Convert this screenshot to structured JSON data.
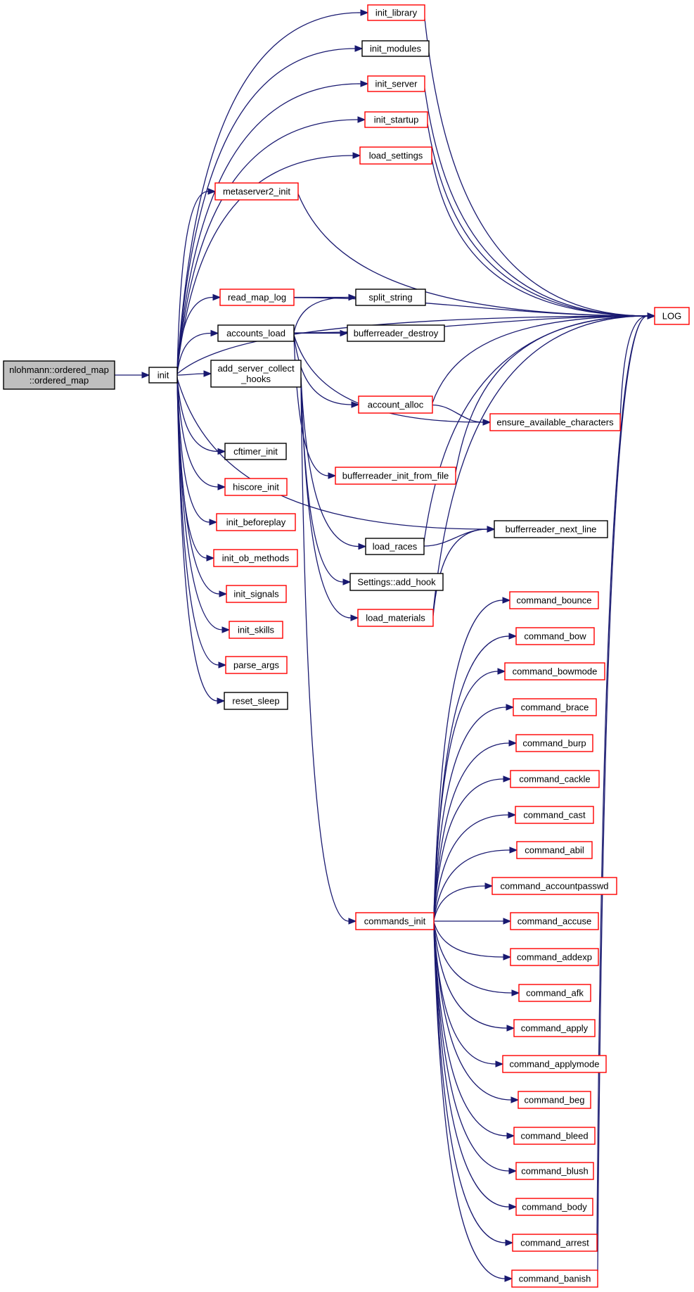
{
  "colors": {
    "edge": "#191970",
    "border_red": "#ff0000",
    "border_black": "#000000",
    "root_fill": "#bfbfbf",
    "node_fill": "#ffffff"
  },
  "nodes": {
    "root": {
      "lines": [
        "nlohmann::ordered_map",
        "::ordered_map"
      ],
      "border": "black",
      "fill": "root",
      "interactable": false
    },
    "init": {
      "lines": [
        "init"
      ],
      "border": "black"
    },
    "init_library": {
      "lines": [
        "init_library"
      ],
      "border": "red"
    },
    "init_modules": {
      "lines": [
        "init_modules"
      ],
      "border": "black"
    },
    "init_server": {
      "lines": [
        "init_server"
      ],
      "border": "red"
    },
    "init_startup": {
      "lines": [
        "init_startup"
      ],
      "border": "red"
    },
    "load_settings": {
      "lines": [
        "load_settings"
      ],
      "border": "red"
    },
    "metaserver2_init": {
      "lines": [
        "metaserver2_init"
      ],
      "border": "red"
    },
    "read_map_log": {
      "lines": [
        "read_map_log"
      ],
      "border": "red"
    },
    "accounts_load": {
      "lines": [
        "accounts_load"
      ],
      "border": "black"
    },
    "add_server_collect_hooks": {
      "lines": [
        "add_server_collect",
        "_hooks"
      ],
      "border": "black"
    },
    "cftimer_init": {
      "lines": [
        "cftimer_init"
      ],
      "border": "black"
    },
    "hiscore_init": {
      "lines": [
        "hiscore_init"
      ],
      "border": "red"
    },
    "init_beforeplay": {
      "lines": [
        "init_beforeplay"
      ],
      "border": "red"
    },
    "init_ob_methods": {
      "lines": [
        "init_ob_methods"
      ],
      "border": "red"
    },
    "init_signals": {
      "lines": [
        "init_signals"
      ],
      "border": "red"
    },
    "init_skills": {
      "lines": [
        "init_skills"
      ],
      "border": "red"
    },
    "parse_args": {
      "lines": [
        "parse_args"
      ],
      "border": "red"
    },
    "reset_sleep": {
      "lines": [
        "reset_sleep"
      ],
      "border": "black"
    },
    "split_string": {
      "lines": [
        "split_string"
      ],
      "border": "black"
    },
    "bufferreader_destroy": {
      "lines": [
        "bufferreader_destroy"
      ],
      "border": "black"
    },
    "account_alloc": {
      "lines": [
        "account_alloc"
      ],
      "border": "red"
    },
    "ensure_available_characters": {
      "lines": [
        "ensure_available_characters"
      ],
      "border": "red"
    },
    "bufferreader_init_from_file": {
      "lines": [
        "bufferreader_init_from_file"
      ],
      "border": "red"
    },
    "load_races": {
      "lines": [
        "load_races"
      ],
      "border": "black"
    },
    "bufferreader_next_line": {
      "lines": [
        "bufferreader_next_line"
      ],
      "border": "black"
    },
    "settings_add_hook": {
      "lines": [
        "Settings::add_hook"
      ],
      "border": "black"
    },
    "load_materials": {
      "lines": [
        "load_materials"
      ],
      "border": "red"
    },
    "LOG": {
      "lines": [
        "LOG"
      ],
      "border": "red"
    },
    "commands_init": {
      "lines": [
        "commands_init"
      ],
      "border": "red"
    },
    "command_bounce": {
      "lines": [
        "command_bounce"
      ],
      "border": "red"
    },
    "command_bow": {
      "lines": [
        "command_bow"
      ],
      "border": "red"
    },
    "command_bowmode": {
      "lines": [
        "command_bowmode"
      ],
      "border": "red"
    },
    "command_brace": {
      "lines": [
        "command_brace"
      ],
      "border": "red"
    },
    "command_burp": {
      "lines": [
        "command_burp"
      ],
      "border": "red"
    },
    "command_cackle": {
      "lines": [
        "command_cackle"
      ],
      "border": "red"
    },
    "command_cast": {
      "lines": [
        "command_cast"
      ],
      "border": "red"
    },
    "command_abil": {
      "lines": [
        "command_abil"
      ],
      "border": "red"
    },
    "command_accountpasswd": {
      "lines": [
        "command_accountpasswd"
      ],
      "border": "red"
    },
    "command_accuse": {
      "lines": [
        "command_accuse"
      ],
      "border": "red"
    },
    "command_addexp": {
      "lines": [
        "command_addexp"
      ],
      "border": "red"
    },
    "command_afk": {
      "lines": [
        "command_afk"
      ],
      "border": "red"
    },
    "command_apply": {
      "lines": [
        "command_apply"
      ],
      "border": "red"
    },
    "command_applymode": {
      "lines": [
        "command_applymode"
      ],
      "border": "red"
    },
    "command_beg": {
      "lines": [
        "command_beg"
      ],
      "border": "red"
    },
    "command_bleed": {
      "lines": [
        "command_bleed"
      ],
      "border": "red"
    },
    "command_blush": {
      "lines": [
        "command_blush"
      ],
      "border": "red"
    },
    "command_body": {
      "lines": [
        "command_body"
      ],
      "border": "red"
    },
    "command_arrest": {
      "lines": [
        "command_arrest"
      ],
      "border": "red"
    },
    "command_banish": {
      "lines": [
        "command_banish"
      ],
      "border": "red"
    }
  },
  "edges": [
    [
      "root",
      "init"
    ],
    [
      "init",
      "init_library"
    ],
    [
      "init",
      "init_modules"
    ],
    [
      "init",
      "init_server"
    ],
    [
      "init",
      "init_startup"
    ],
    [
      "init",
      "load_settings"
    ],
    [
      "init",
      "metaserver2_init"
    ],
    [
      "init",
      "LOG"
    ],
    [
      "init",
      "read_map_log"
    ],
    [
      "init",
      "accounts_load"
    ],
    [
      "init",
      "add_server_collect_hooks"
    ],
    [
      "init",
      "bufferreader_next_line"
    ],
    [
      "init",
      "cftimer_init"
    ],
    [
      "init",
      "hiscore_init"
    ],
    [
      "init",
      "init_beforeplay"
    ],
    [
      "init",
      "init_ob_methods"
    ],
    [
      "init",
      "init_signals"
    ],
    [
      "init",
      "init_skills"
    ],
    [
      "init",
      "parse_args"
    ],
    [
      "init",
      "reset_sleep"
    ],
    [
      "init_library",
      "LOG"
    ],
    [
      "init_server",
      "LOG"
    ],
    [
      "init_startup",
      "LOG"
    ],
    [
      "load_settings",
      "LOG"
    ],
    [
      "metaserver2_init",
      "LOG"
    ],
    [
      "read_map_log",
      "LOG"
    ],
    [
      "read_map_log",
      "split_string"
    ],
    [
      "accounts_load",
      "split_string"
    ],
    [
      "accounts_load",
      "bufferreader_destroy"
    ],
    [
      "accounts_load",
      "LOG"
    ],
    [
      "accounts_load",
      "account_alloc"
    ],
    [
      "accounts_load",
      "ensure_available_characters"
    ],
    [
      "accounts_load",
      "bufferreader_init_from_file"
    ],
    [
      "account_alloc",
      "ensure_available_characters"
    ],
    [
      "account_alloc",
      "LOG"
    ],
    [
      "ensure_available_characters",
      "LOG"
    ],
    [
      "bufferreader_init_from_file",
      "LOG"
    ],
    [
      "add_server_collect_hooks",
      "load_races"
    ],
    [
      "add_server_collect_hooks",
      "settings_add_hook"
    ],
    [
      "add_server_collect_hooks",
      "load_materials"
    ],
    [
      "add_server_collect_hooks",
      "commands_init"
    ],
    [
      "load_races",
      "bufferreader_next_line"
    ],
    [
      "load_races",
      "LOG"
    ],
    [
      "load_materials",
      "bufferreader_next_line"
    ],
    [
      "load_materials",
      "LOG"
    ],
    [
      "commands_init",
      "command_bounce"
    ],
    [
      "commands_init",
      "command_bow"
    ],
    [
      "commands_init",
      "command_bowmode"
    ],
    [
      "commands_init",
      "command_brace"
    ],
    [
      "commands_init",
      "command_burp"
    ],
    [
      "commands_init",
      "command_cackle"
    ],
    [
      "commands_init",
      "command_cast"
    ],
    [
      "commands_init",
      "command_abil"
    ],
    [
      "commands_init",
      "command_accountpasswd"
    ],
    [
      "commands_init",
      "command_accuse"
    ],
    [
      "commands_init",
      "command_addexp"
    ],
    [
      "commands_init",
      "command_afk"
    ],
    [
      "commands_init",
      "command_apply"
    ],
    [
      "commands_init",
      "command_applymode"
    ],
    [
      "commands_init",
      "command_beg"
    ],
    [
      "commands_init",
      "command_bleed"
    ],
    [
      "commands_init",
      "command_blush"
    ],
    [
      "commands_init",
      "command_body"
    ],
    [
      "commands_init",
      "command_arrest"
    ],
    [
      "commands_init",
      "command_banish"
    ],
    [
      "command_arrest",
      "LOG"
    ],
    [
      "command_banish",
      "LOG"
    ]
  ]
}
